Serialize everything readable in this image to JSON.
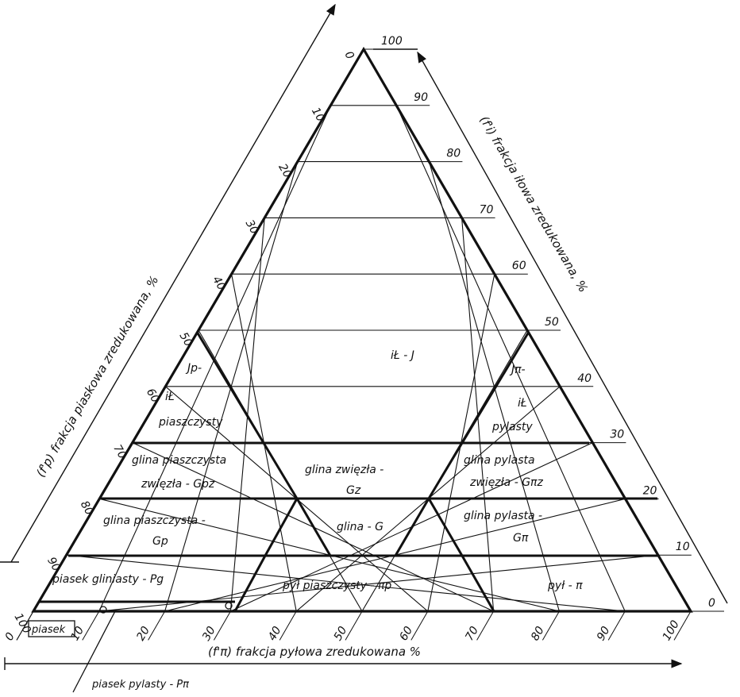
{
  "colors": {
    "ink": "#111111",
    "paper": "#ffffff"
  },
  "axes": {
    "sand": {
      "label": "(f'p) frakcja piaskowa zredukowana, %",
      "ticks": [
        "0",
        "10",
        "20",
        "30",
        "40",
        "50",
        "60",
        "70",
        "80",
        "90",
        "100"
      ]
    },
    "clay": {
      "label": "(f'i) frakcja iłowa zredukowana, %",
      "ticks": [
        "100",
        "90",
        "80",
        "70",
        "60",
        "50",
        "40",
        "30",
        "20",
        "10",
        "0"
      ]
    },
    "silt": {
      "label": "(f'π) frakcja pyłowa zredukowana %",
      "ticks": [
        "0",
        "10",
        "20",
        "30",
        "40",
        "50",
        "60",
        "70",
        "80",
        "90",
        "100"
      ]
    }
  },
  "regions": {
    "il_j": "iŁ - J",
    "jp": "Jp-",
    "il_piaszczysty_1": "iŁ",
    "il_piaszczysty_2": "piaszczysty",
    "jpi": "Jπ-",
    "il_pylasty_1": "iŁ",
    "il_pylasty_2": "pylasty",
    "gpz_1": "glina piaszczysta",
    "gpz_2": "zwięzła - Gpz",
    "gz_1": "glina zwięzła -",
    "gz_2": "Gz",
    "gpiz_1": "glina pylasta",
    "gpiz_2": "zwięzła - Gπz",
    "gp_1": "glina piaszczysta -",
    "gp_2": "Gp",
    "g": "glina - G",
    "gpi_1": "glina pylasta -",
    "gpi_2": "Gπ",
    "pg": "piasek gliniasty - Pg",
    "pyl_p": "pył piaszczysty - πp",
    "pyl": "pył - π"
  },
  "legend": {
    "piasek": "piasek",
    "piasek_pylasty": "piasek pylasty - Pπ"
  }
}
